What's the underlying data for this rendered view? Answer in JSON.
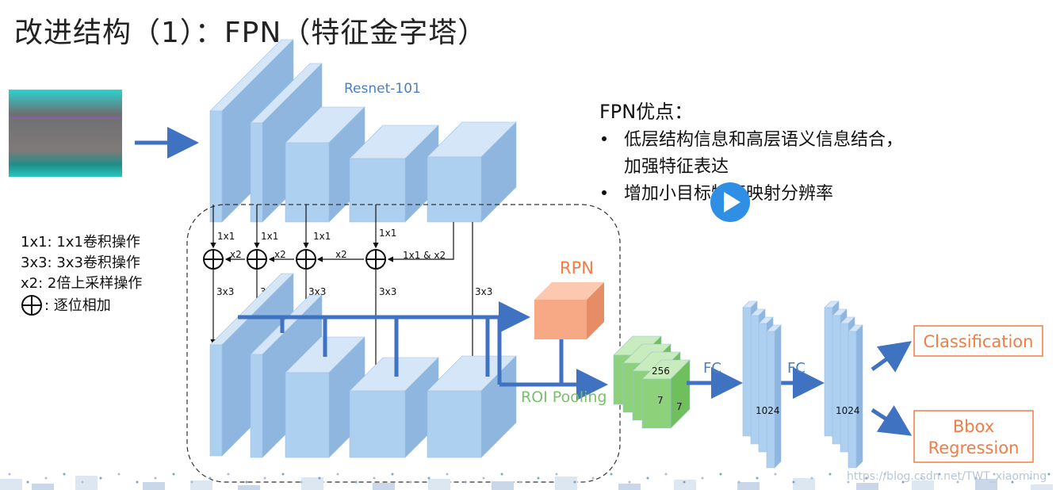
{
  "title": "改进结构（1）：FPN（特征金字塔）",
  "backbone_label": "Resnet-101",
  "conv_labels": [
    "1x1",
    "1x1",
    "1x1",
    "1x1"
  ],
  "top_conv_label": "1x1 & x2",
  "upsample_labels": [
    "x2",
    "x2",
    "x2"
  ],
  "smooth_labels": [
    "3x3",
    "3x3",
    "3x3",
    "3x3",
    "3x3"
  ],
  "rpn_label": "RPN",
  "roi_label": "ROI Pooling",
  "roi_dims": [
    "256",
    "7",
    "7"
  ],
  "fc_labels": [
    "FC",
    "FC"
  ],
  "fc_dims": [
    "1024",
    "1024"
  ],
  "outputs": [
    "Classification",
    "Bbox",
    "Regression"
  ],
  "legend": [
    "1x1: 1x1卷积操作",
    "3x3: 3x3卷积操作",
    "x2: 2倍上采样操作",
    ": 逐位相加"
  ],
  "advantages": {
    "heading": "FPN优点：",
    "items": [
      "低层结构信息和高层语义信息结合，",
      "加强特征表达",
      "增加小目标特征映射分辨率"
    ]
  },
  "watermark": "https://blog.csdn.net/TWT_xiaoming",
  "colors": {
    "feature_face": "#aed0f0",
    "feature_top": "#d4e6f7",
    "feature_side": "#8fb6de",
    "arrow_blue": "#3f72c0",
    "rpn": "#f7a985",
    "roi_green": "#8dd27a",
    "output_border": "#ef7d44"
  }
}
